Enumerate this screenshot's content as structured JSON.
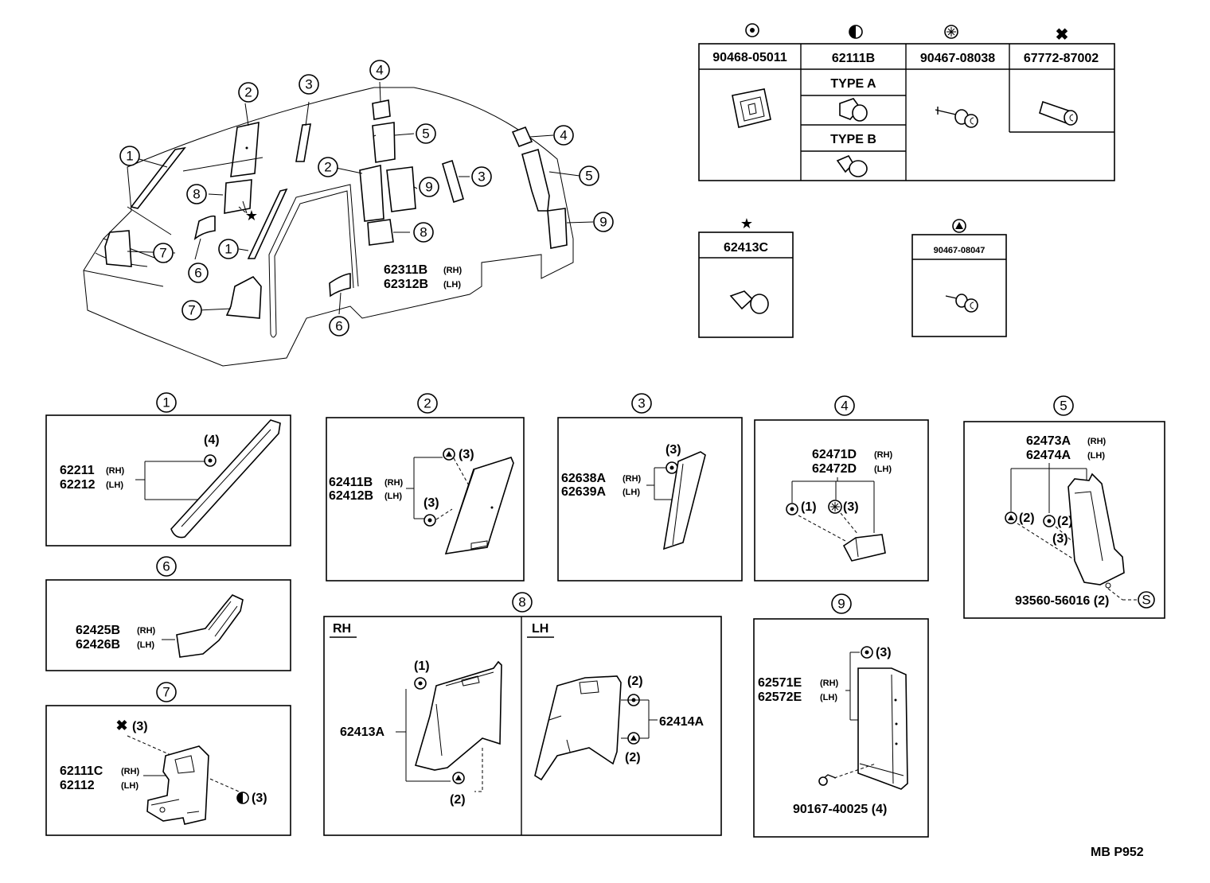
{
  "symbols": {
    "clip_a": "90468-05011",
    "clip_b": "62111B",
    "type_a": "TYPE A",
    "type_b": "TYPE B",
    "screw_a": "90467-08038",
    "clip_c": "67772-87002",
    "star_part": "62413C",
    "triangle_part": "90467-08047"
  },
  "overview": {
    "callouts": [
      "1",
      "2",
      "3",
      "4",
      "5",
      "6",
      "7",
      "8",
      "9"
    ],
    "weatherstrip_rh": "62311B",
    "weatherstrip_lh": "62312B",
    "rh": "(RH)",
    "lh": "(LH)"
  },
  "details": {
    "d1": {
      "num": "1",
      "rh": "62211",
      "lh": "62212",
      "rh_tag": "(RH)",
      "lh_tag": "(LH)",
      "qty": "(4)"
    },
    "d2": {
      "num": "2",
      "rh": "62411B",
      "lh": "62412B",
      "rh_tag": "(RH)",
      "lh_tag": "(LH)",
      "qty_top": "(3)",
      "qty_bottom": "(3)"
    },
    "d3": {
      "num": "3",
      "rh": "62638A",
      "lh": "62639A",
      "rh_tag": "(RH)",
      "lh_tag": "(LH)",
      "qty": "(3)"
    },
    "d4": {
      "num": "4",
      "rh": "62471D",
      "lh": "62472D",
      "rh_tag": "(RH)",
      "lh_tag": "(LH)",
      "qty_a": "(1)",
      "qty_b": "(3)"
    },
    "d5": {
      "num": "5",
      "rh": "62473A",
      "lh": "62474A",
      "rh_tag": "(RH)",
      "lh_tag": "(LH)",
      "qty_a": "(2)",
      "qty_b": "(2)",
      "qty_c": "(3)",
      "bolt": "93560-56016 (2)",
      "s": "S"
    },
    "d6": {
      "num": "6",
      "rh": "62425B",
      "lh": "62426B",
      "rh_tag": "(RH)",
      "lh_tag": "(LH)"
    },
    "d7": {
      "num": "7",
      "rh": "62111C",
      "lh": "62112",
      "rh_tag": "(RH)",
      "lh_tag": "(LH)",
      "qty_a": "(3)",
      "qty_b": "(3)"
    },
    "d8": {
      "num": "8",
      "rh_label": "RH",
      "lh_label": "LH",
      "rh_part": "62413A",
      "lh_part": "62414A",
      "qty_rh_top": "(1)",
      "qty_rh_bottom": "(2)",
      "qty_lh_top": "(2)",
      "qty_lh_bottom": "(2)"
    },
    "d9": {
      "num": "9",
      "rh": "62571E",
      "lh": "62572E",
      "rh_tag": "(RH)",
      "lh_tag": "(LH)",
      "qty": "(3)",
      "screw": "90167-40025 (4)"
    }
  },
  "footer": {
    "code": "MB  P952"
  }
}
